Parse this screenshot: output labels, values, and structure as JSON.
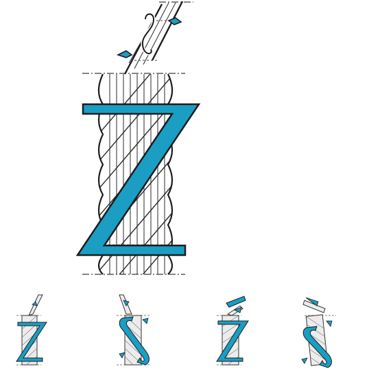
{
  "diagram": {
    "title": "",
    "colors": {
      "accent": "#1a9ec4",
      "outline": "#1c1c1c",
      "line": "#2a2a2a",
      "dash": "#3a3a3a",
      "background": "#ffffff"
    },
    "main_figure": {
      "description_icon": "z-twist-rope-icon",
      "twist_direction": "Z"
    },
    "thumbnails": [
      {
        "icon": "z-twist-rope-thumbnail-icon",
        "twist_direction": "Z",
        "variant": "straight"
      },
      {
        "icon": "s-twist-rope-thumbnail-icon",
        "twist_direction": "S",
        "variant": "straight"
      },
      {
        "icon": "z-twist-rope-tilted-thumbnail-icon",
        "twist_direction": "Z",
        "variant": "tilted"
      },
      {
        "icon": "s-twist-rope-tilted-thumbnail-icon",
        "twist_direction": "S",
        "variant": "tilted"
      }
    ]
  }
}
